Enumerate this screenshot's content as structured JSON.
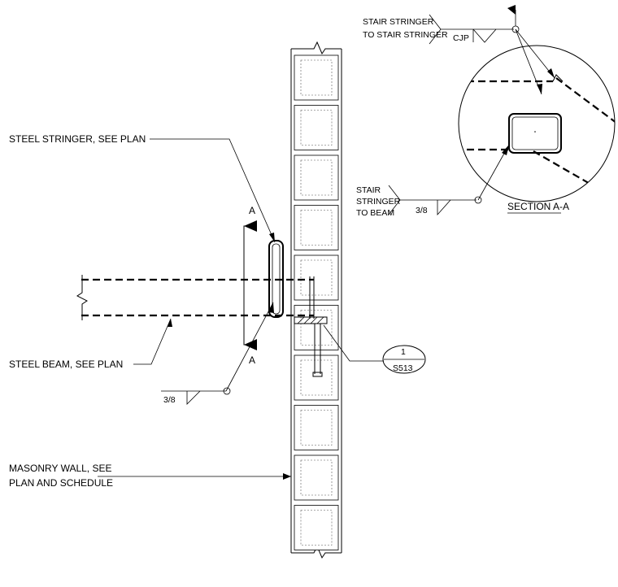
{
  "labels": {
    "steel_stringer": "STEEL STRINGER, SEE PLAN",
    "steel_beam": "STEEL BEAM, SEE PLAN",
    "masonry_wall_line1": "MASONRY WALL, SEE",
    "masonry_wall_line2": "PLAN AND SCHEDULE"
  },
  "section_cut": {
    "top_mark": "A",
    "bottom_mark": "A",
    "title": "SECTION A-A"
  },
  "welds": {
    "stringer_to_stringer_line1": "STAIR STRINGER",
    "stringer_to_stringer_line2": "TO STAIR STRINGER",
    "stringer_to_stringer_spec": "CJP",
    "stringer_to_beam_line1": "STAIR",
    "stringer_to_beam_line2": "STRINGER",
    "stringer_to_beam_line3": "TO BEAM",
    "stringer_to_beam_size": "3/8",
    "main_weld_size": "3/8"
  },
  "detail_callout": {
    "number": "1",
    "sheet": "S513"
  }
}
